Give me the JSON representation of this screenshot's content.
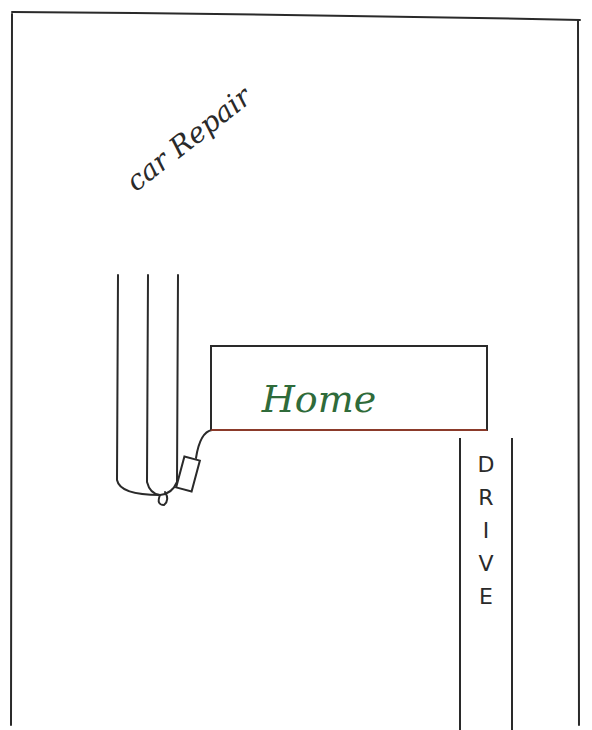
{
  "diagram": {
    "nodes": [
      {
        "text": [
          "Home"
        ]
      },
      {
        "text": [
          "DRIVE"
        ]
      }
    ],
    "labels": [
      "car Repair"
    ]
  }
}
